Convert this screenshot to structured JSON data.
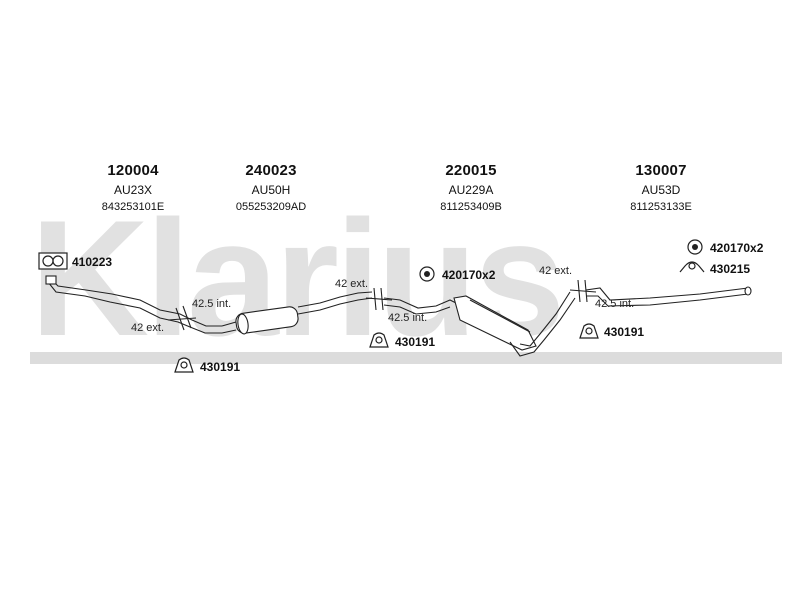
{
  "watermark": {
    "text": "Klarius"
  },
  "parts": [
    {
      "number": "120004",
      "code": "AU23X",
      "oem": "843253101E"
    },
    {
      "number": "240023",
      "code": "AU50H",
      "oem": "055253209AD"
    },
    {
      "number": "220015",
      "code": "AU229A",
      "oem": "811253409B"
    },
    {
      "number": "130007",
      "code": "AU53D",
      "oem": "811253133E"
    }
  ],
  "accessories": {
    "gasket_1": "410223",
    "clamp_1": "430191",
    "ring_1": "420170x2",
    "clamp_2": "430191",
    "ring_2": "420170x2",
    "mount_1": "430215",
    "clamp_3": "430191"
  },
  "dimensions": {
    "d1_int": "42.5 int.",
    "d1_ext": "42 ext.",
    "d2_ext": "42 ext.",
    "d2_int": "42.5 int.",
    "d3_ext": "42 ext.",
    "d3_int": "42.5 int."
  }
}
